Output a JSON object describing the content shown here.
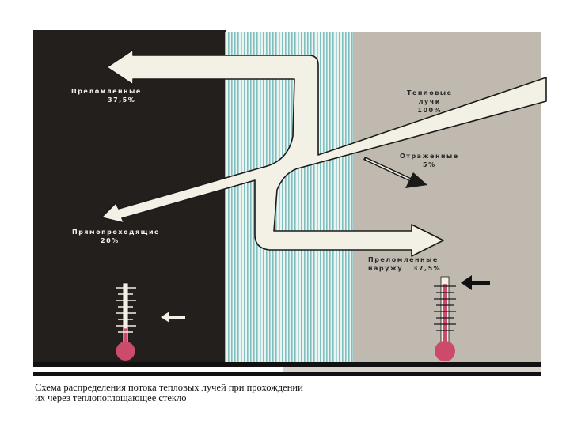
{
  "colors": {
    "interior": "#231f1d",
    "glass_base": "#eaf5f1",
    "glass_stripe": "#7fbfbf",
    "exterior": "#bfb9af",
    "flow": "#f3f0e6",
    "thermometer_fill": "#cc4a6b",
    "arrow_mark": "#111111"
  },
  "labels": {
    "refracted_in": [
      "Преломленные",
      "37,5%"
    ],
    "heat_rays": [
      "Тепловые",
      "лучи",
      "100%"
    ],
    "reflected": [
      "Отраженные",
      "5%"
    ],
    "direct": [
      "Прямопроходящие",
      "20%"
    ],
    "refracted_out": [
      "Преломленные",
      "наружу   37,5%"
    ]
  },
  "thermometers": {
    "inside_level": 0.3,
    "outside_level": 0.9
  },
  "caption": [
    "Схема распределения потока тепловых лучей при прохождении",
    "их через теплопоглощающее стекло"
  ]
}
